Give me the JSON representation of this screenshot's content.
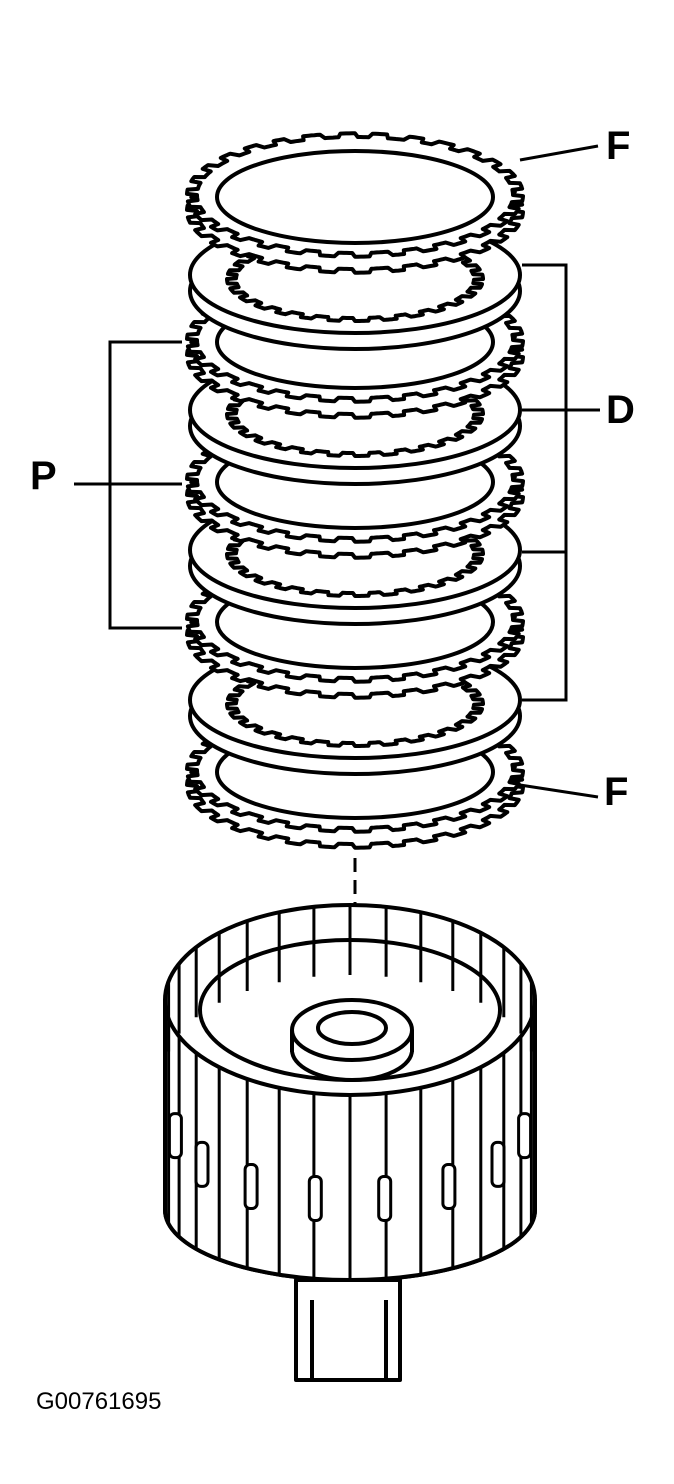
{
  "callouts": {
    "f_top": "F",
    "d": "D",
    "p": "P",
    "f_bottom": "F"
  },
  "figure_id": "G00761695",
  "colors": {
    "ink": "#000000",
    "paper": "#ffffff"
  }
}
